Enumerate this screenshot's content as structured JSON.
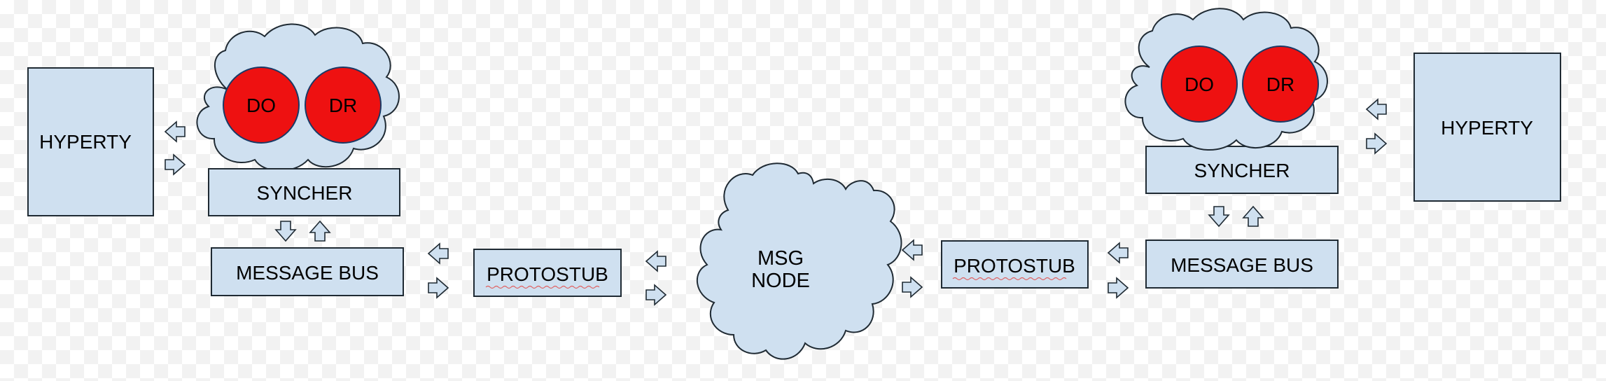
{
  "left": {
    "hyperty": "HYPERTY",
    "do": "DO",
    "dr": "DR",
    "syncher": "SYNCHER",
    "message_bus": "MESSAGE BUS",
    "protostub": "PROTOSTUB"
  },
  "msg_node": {
    "line1": "MSG",
    "line2": "NODE"
  },
  "right": {
    "hyperty": "HYPERTY",
    "do": "DO",
    "dr": "DR",
    "syncher": "SYNCHER",
    "message_bus": "MESSAGE BUS",
    "protostub": "PROTOSTUB"
  },
  "colors": {
    "box_fill": "#cfe0f0",
    "object_fill": "#ee1111",
    "outline": "#1f2a33"
  }
}
